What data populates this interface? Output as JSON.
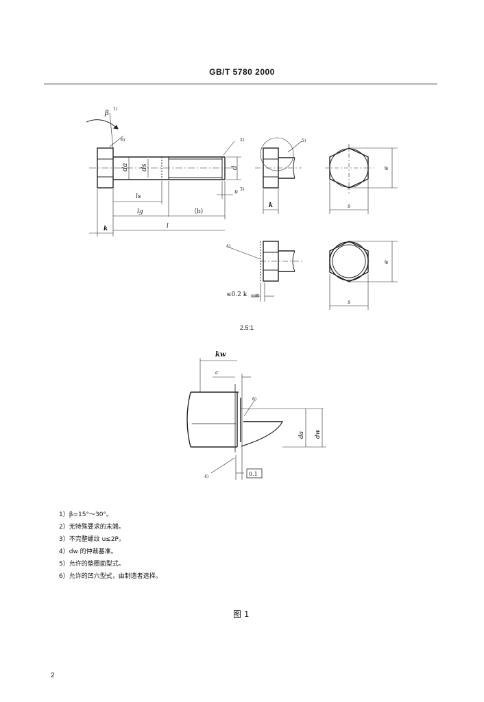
{
  "header": {
    "standard": "GB/T 5780  2000"
  },
  "figure": {
    "labels": {
      "beta": "β",
      "note1": "1)",
      "note2": "2)",
      "note3": "3)",
      "note4": "4)",
      "note5": "5)",
      "note6": "6)",
      "d": "d",
      "ds": "ds",
      "da": "da",
      "dw": "dw",
      "e": "e",
      "s": "s",
      "k": "k",
      "kw": "kw",
      "c": "c",
      "l": "l",
      "ls": "ls",
      "lg": "lg",
      "b": "（b）",
      "u": "u",
      "tol": "≤0.2 k",
      "tol_sub": "公称",
      "frame": "0.1"
    },
    "scale": "2.5:1",
    "caption": "图 1"
  },
  "notes": [
    "1）β=15°～30°。",
    "2）无特殊要求的末端。",
    "3）不完整螺纹 u≤2P。",
    "4）dw 的仲裁基准。",
    "5）允许的垫圈面型式。",
    "6）允许的凹穴型式，由制造者选择。"
  ],
  "page": {
    "number": "2"
  }
}
